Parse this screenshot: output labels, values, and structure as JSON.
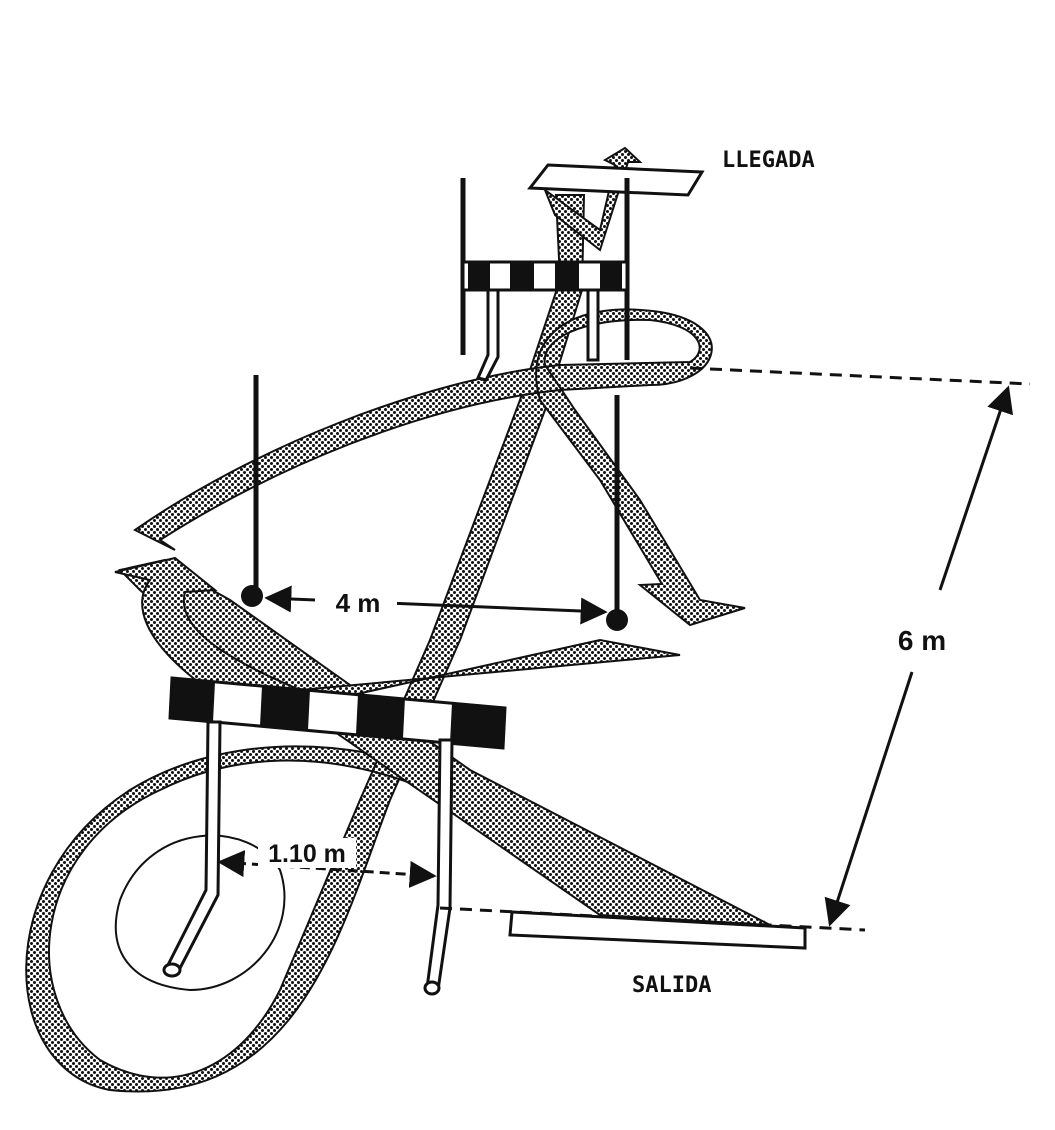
{
  "labels": {
    "finish": "LLEGADA",
    "start": "SALIDA",
    "pole_distance": "4 m",
    "hurdle_width": "1.10 m",
    "course_length": "6 m"
  },
  "colors": {
    "ink": "#111111",
    "path_fill": "#8a8a8a",
    "background": "#ffffff"
  }
}
